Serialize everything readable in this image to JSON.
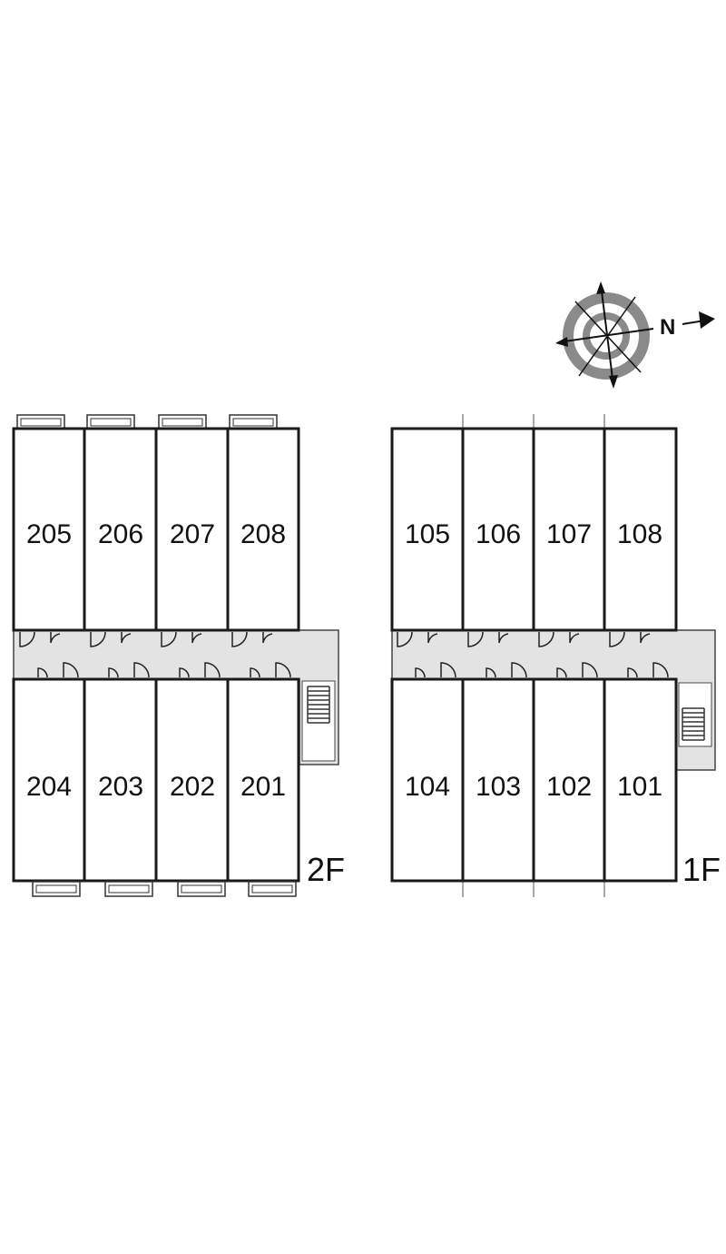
{
  "compass": {
    "north_label": "N",
    "direction": "east"
  },
  "floors": [
    {
      "id": "2F",
      "label": "2F",
      "top_units": [
        "205",
        "206",
        "207",
        "208"
      ],
      "bottom_units": [
        "204",
        "203",
        "202",
        "201"
      ]
    },
    {
      "id": "1F",
      "label": "1F",
      "top_units": [
        "105",
        "106",
        "107",
        "108"
      ],
      "bottom_units": [
        "104",
        "103",
        "102",
        "101"
      ]
    }
  ],
  "colors": {
    "wall": "#1a1a1a",
    "corridor": "#e3e3e3",
    "compass_ring": "#8a8a8a",
    "background": "#ffffff"
  }
}
